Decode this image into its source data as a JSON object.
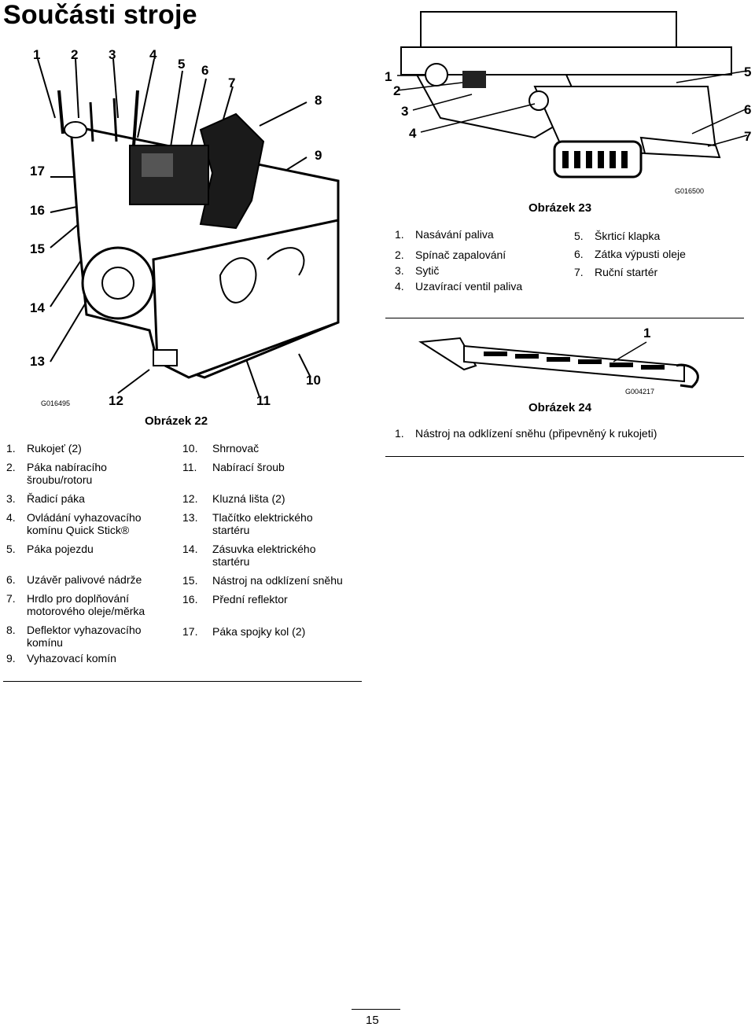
{
  "page": {
    "title": "Součásti stroje",
    "page_number": "15"
  },
  "figure22": {
    "caption": "Obrázek 22",
    "code": "G016495",
    "callouts": [
      "1",
      "2",
      "3",
      "4",
      "5",
      "6",
      "7",
      "8",
      "9",
      "10",
      "11",
      "12",
      "13",
      "14",
      "15",
      "16",
      "17"
    ],
    "legend_left": [
      {
        "num": "1.",
        "text": "Rukojeť (2)"
      },
      {
        "num": "2.",
        "text": "Páka nabíracího",
        "text2": "šroubu/rotoru"
      },
      {
        "num": "3.",
        "text": "Řadicí páka"
      },
      {
        "num": "4.",
        "text": "Ovládání vyhazovacího",
        "text2": "komínu Quick Stick®"
      },
      {
        "num": "5.",
        "text": "Páka pojezdu"
      },
      {
        "num": "6.",
        "text": "Uzávěr palivové nádrže"
      },
      {
        "num": "7.",
        "text": "Hrdlo pro doplňování",
        "text2": "motorového oleje/měrka"
      },
      {
        "num": "8.",
        "text": "Deflektor vyhazovacího",
        "text2": "komínu"
      },
      {
        "num": "9.",
        "text": "Vyhazovací komín"
      }
    ],
    "legend_right": [
      {
        "num": "10.",
        "text": "Shrnovač"
      },
      {
        "num": "11.",
        "text": "Nabírací šroub"
      },
      {
        "num": "12.",
        "text": "Kluzná lišta (2)"
      },
      {
        "num": "13.",
        "text": "Tlačítko elektrického",
        "text2": "startéru"
      },
      {
        "num": "14.",
        "text": "Zásuvka elektrického",
        "text2": "startéru"
      },
      {
        "num": "15.",
        "text": "Nástroj na odklízení sněhu"
      },
      {
        "num": "16.",
        "text": "Přední reflektor"
      },
      {
        "num": "17.",
        "text": "Páka spojky kol (2)"
      }
    ]
  },
  "figure23": {
    "caption": "Obrázek 23",
    "code": "G016500",
    "callouts": [
      "1",
      "2",
      "3",
      "4",
      "5",
      "6",
      "7"
    ],
    "legend_left": [
      {
        "num": "1.",
        "text": "Nasávání paliva"
      },
      {
        "num": "2.",
        "text": "Spínač zapalování"
      },
      {
        "num": "3.",
        "text": "Sytič"
      },
      {
        "num": "4.",
        "text": "Uzavírací ventil paliva"
      }
    ],
    "legend_right": [
      {
        "num": "5.",
        "text": "Škrticí klapka"
      },
      {
        "num": "6.",
        "text": "Zátka výpusti oleje"
      },
      {
        "num": "7.",
        "text": "Ruční startér"
      }
    ]
  },
  "figure24": {
    "caption": "Obrázek 24",
    "code": "G004217",
    "callouts": [
      "1"
    ],
    "legend": [
      {
        "num": "1.",
        "text": "Nástroj na odklízení sněhu (připevněný k rukojeti)"
      }
    ]
  }
}
